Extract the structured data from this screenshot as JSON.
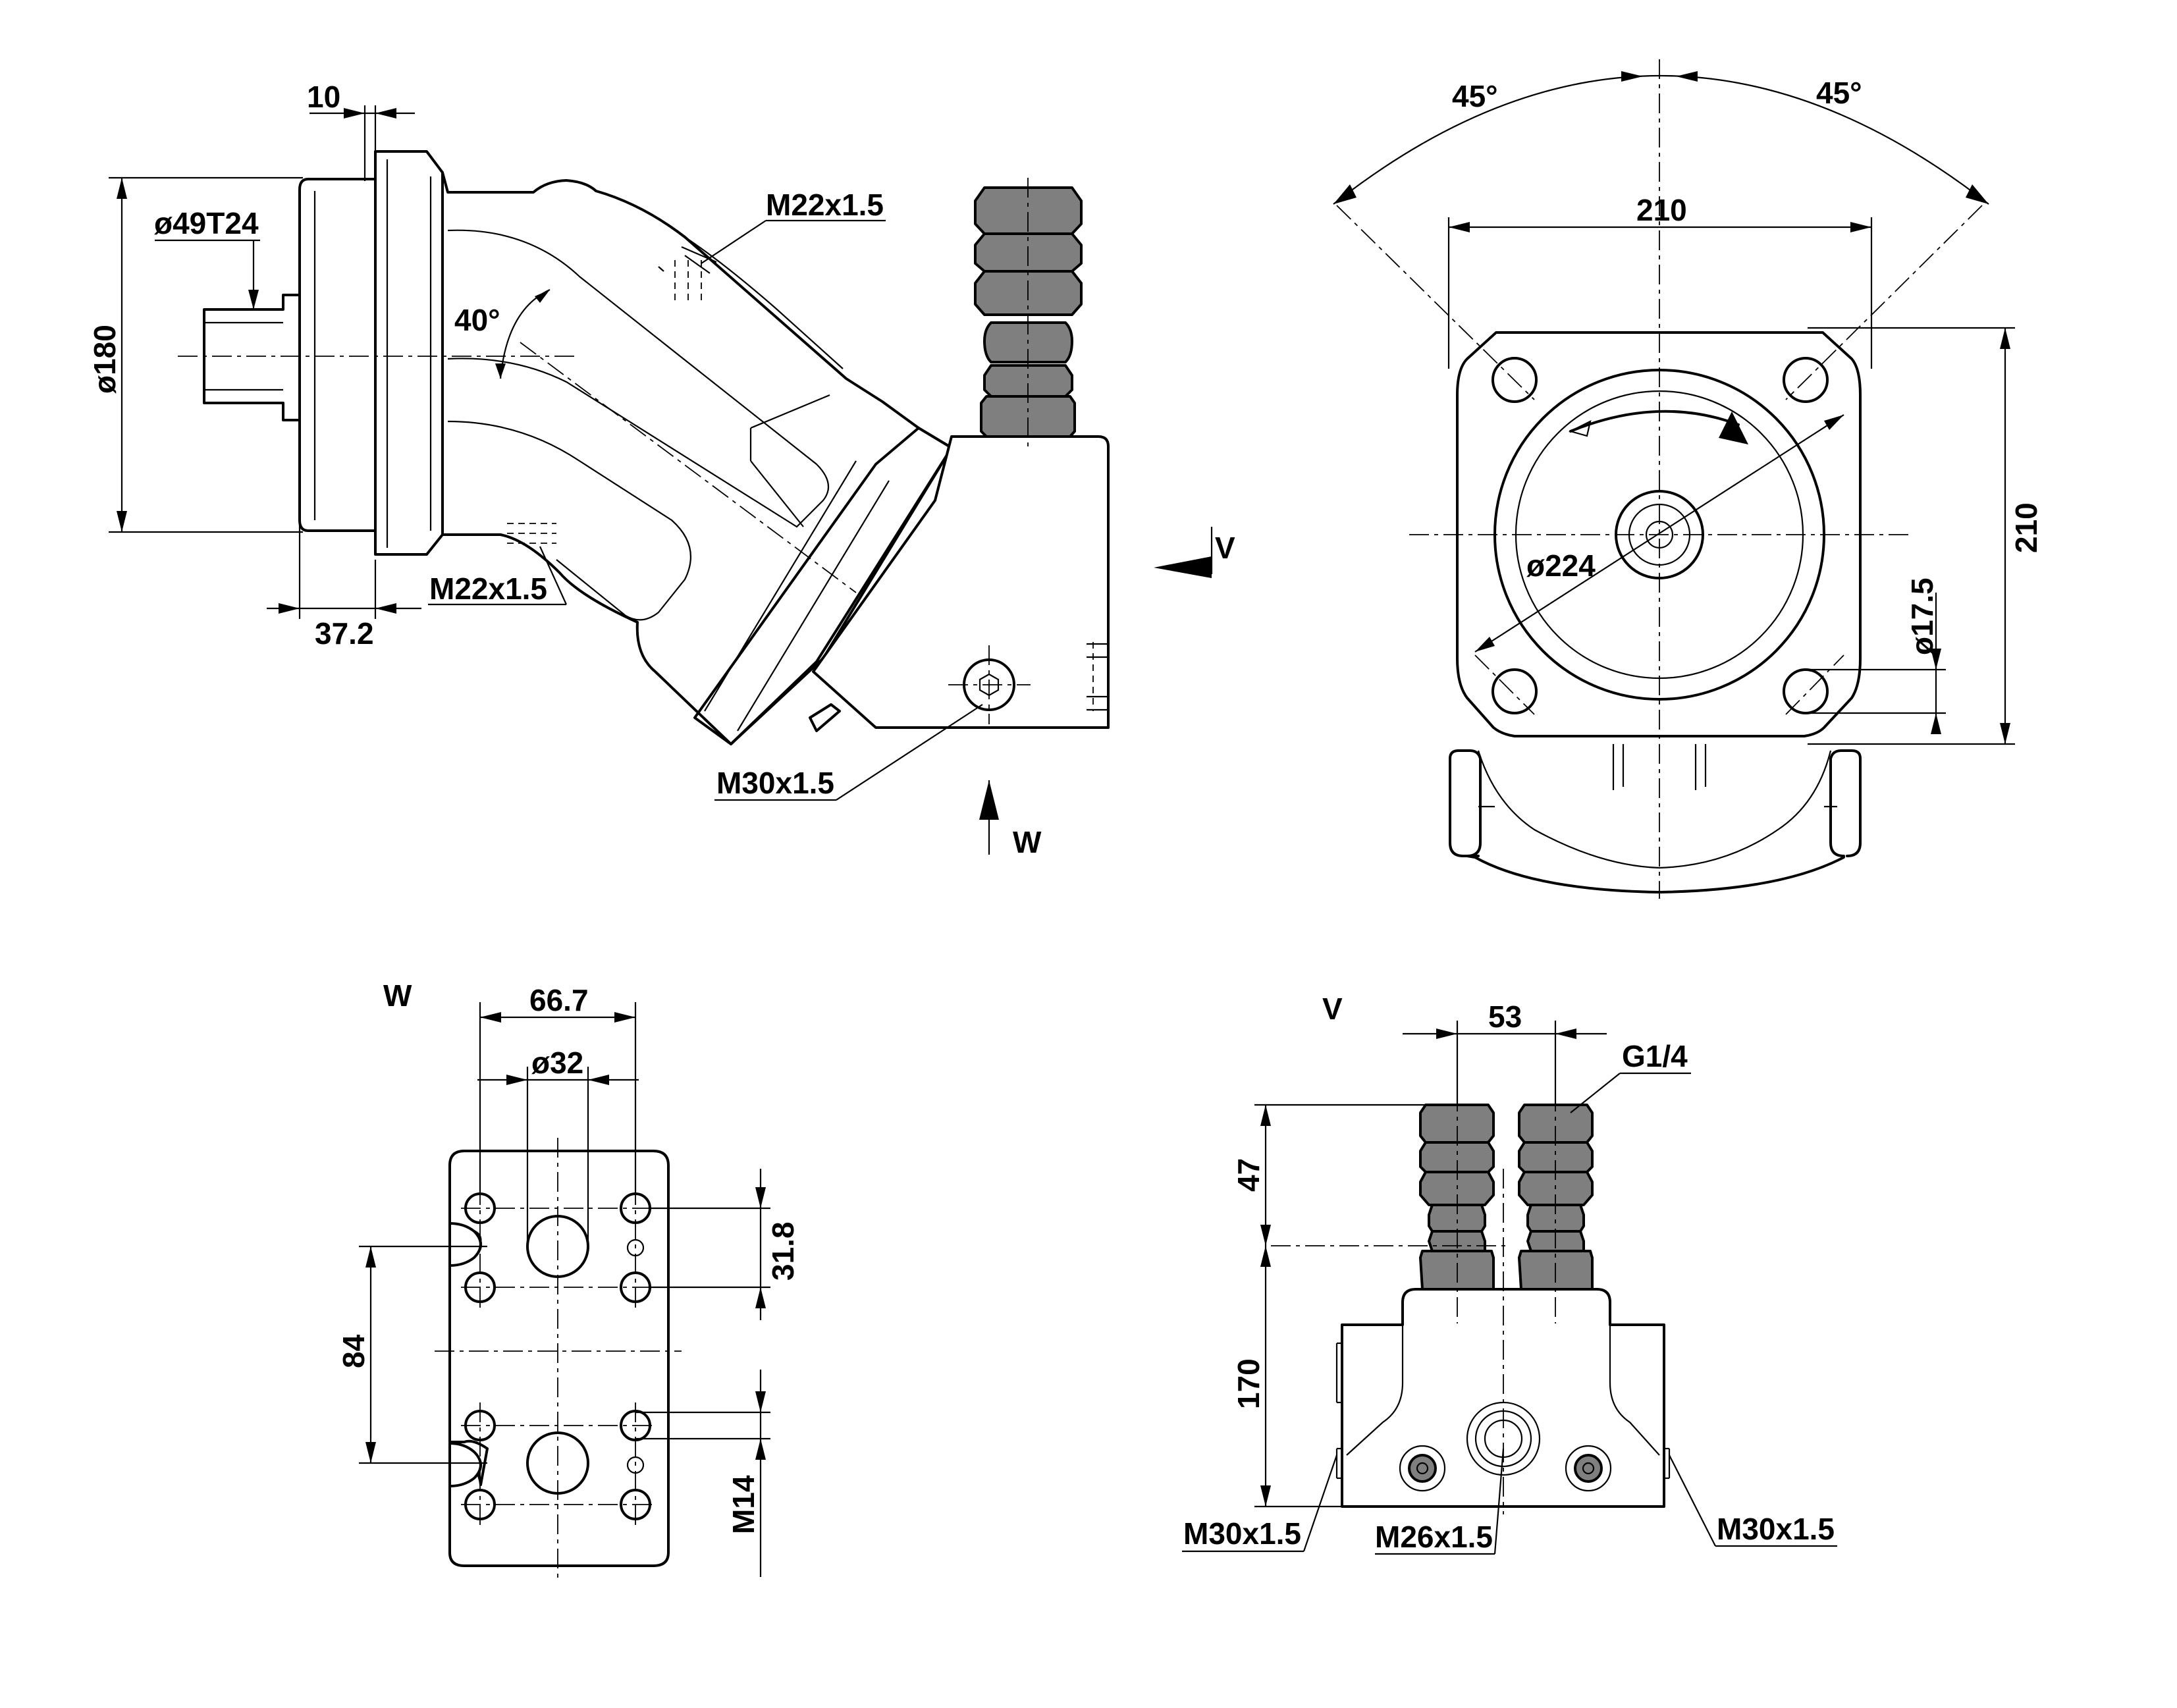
{
  "side_view": {
    "dim_flange_thickness": "10",
    "dim_shaft_spline": "ø49T24",
    "dim_flange_diameter": "ø180",
    "dim_bent_angle": "40°",
    "dim_port_top": "M22x1.5",
    "dim_port_bottom": "M22x1.5",
    "dim_shaft_length": "37.2",
    "dim_port_main": "M30x1.5",
    "view_marker_v": "V",
    "view_marker_w": "W"
  },
  "front_view": {
    "dim_angle_left": "45°",
    "dim_angle_right": "45°",
    "dim_width": "210",
    "dim_height": "210",
    "dim_pitch_circle": "ø224",
    "dim_bolt_hole": "ø17.5"
  },
  "view_w": {
    "title": "W",
    "dim_port_spacing": "66.7",
    "dim_port_diameter": "ø32",
    "dim_hole_pitch": "31.8",
    "dim_port_distance": "84",
    "dim_thread": "M14"
  },
  "view_v": {
    "title": "V",
    "dim_fitting_spacing": "53",
    "dim_gauge_port": "G1/4",
    "dim_fitting_height": "47",
    "dim_body_height": "170",
    "dim_port_left": "M30x1.5",
    "dim_port_center": "M26x1.5",
    "dim_port_right": "M30x1.5"
  }
}
